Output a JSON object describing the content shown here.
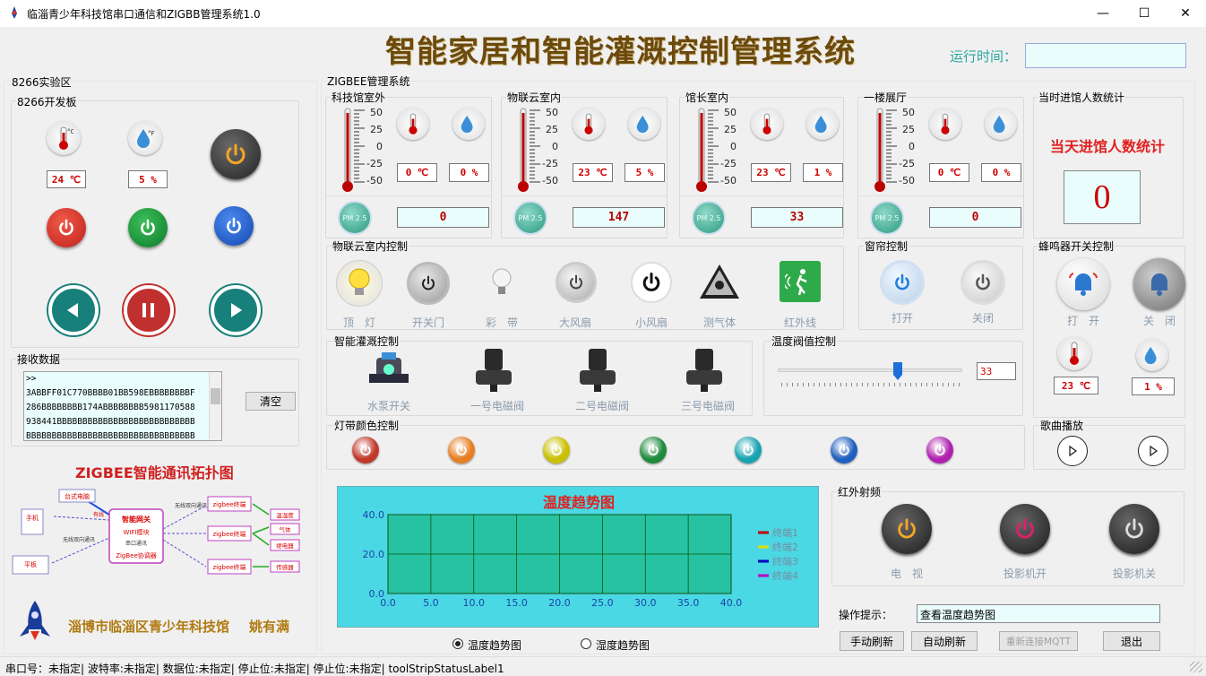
{
  "window": {
    "title": "临淄青少年科技馆串口通信和ZIGBB管理系统1.0",
    "min": "—",
    "max": "☐",
    "close": "✕"
  },
  "header": {
    "title": "智能家居和智能灌溉控制管理系统",
    "runtime_label": "运行时间：",
    "runtime_value": ""
  },
  "lab8266": {
    "section": "8266实验区",
    "board": "8266开发板",
    "temp": "24 ℃",
    "hum": "5 %"
  },
  "receive": {
    "label": "接收数据",
    "lines": [
      ">>",
      "3ABBFF01C770BBBB01BB598EBBBBBBBBF",
      "286BBBBBBBB174ABBBBBBBB5981170588",
      "938441BBBBBBBBBBBBBBBBBBBBBBBBBBB",
      "BBBBBBBBBBBBBBBBBBBBBBBBBBBBBBBBB"
    ],
    "clear": "清空"
  },
  "topology": {
    "title": "ZIGBEE智能通讯拓扑图",
    "n_pc": "台式电脑",
    "n_phone": "手机",
    "n_pad": "平板",
    "n_gateway": "智能网关",
    "n_wifi": "WIFI模块",
    "n_coord": "ZigBee协调器",
    "n_serial": "串口通讯",
    "n_wireless": "无线双向通讯",
    "n_wired": "有线",
    "n_term": "zigbee终端",
    "n_temp": "温湿度",
    "n_gas": "气体",
    "n_relay": "继电器",
    "n_sensor": "传感器"
  },
  "footer": {
    "org": "淄博市临淄区青少年科技馆",
    "author": "姚有满"
  },
  "zigbee": {
    "section": "ZIGBEE管理系统",
    "scale": [
      "50",
      "25",
      "0",
      "-25",
      "-50"
    ],
    "panels": [
      {
        "name": "科技馆室外",
        "temp": "0 ℃",
        "hum": "0 %",
        "pm": "0"
      },
      {
        "name": "物联云室内",
        "temp": "23 ℃",
        "hum": "5 %",
        "pm": "147"
      },
      {
        "name": "馆长室内",
        "temp": "23 ℃",
        "hum": "1 %",
        "pm": "33"
      },
      {
        "name": "一楼展厅",
        "temp": "0 ℃",
        "hum": "0 %",
        "pm": "0"
      }
    ],
    "pm_label": "PM 2.5"
  },
  "visitors": {
    "label": "当时进馆人数统计",
    "title": "当天进馆人数统计",
    "count": "0"
  },
  "room_ctrl": {
    "label": "物联云室内控制",
    "items": [
      "顶　灯",
      "开关门",
      "彩　带",
      "大风扇",
      "小风扇",
      "测气体",
      "红外线"
    ]
  },
  "curtain": {
    "label": "窗帘控制",
    "open": "打开",
    "close": "关闭"
  },
  "buzzer": {
    "label": "蜂鸣器开关控制",
    "on": "打　开",
    "off": "关　闭",
    "temp": "23 ℃",
    "hum": "1 %"
  },
  "irrigation": {
    "label": "智能灌溉控制",
    "items": [
      "水泵开关",
      "一号电磁阀",
      "二号电磁阀",
      "三号电磁阀"
    ]
  },
  "threshold": {
    "label": "温度阀值控制",
    "value": "33"
  },
  "ledstrip": {
    "label": "灯带颜色控制",
    "colors": [
      "#c0392b",
      "#e67e22",
      "#c9c000",
      "#1e8a3c",
      "#17a3b0",
      "#1f5fbf",
      "#b020b0"
    ]
  },
  "music": {
    "label": "歌曲播放"
  },
  "chart_data": {
    "type": "line",
    "title": "温度趋势图",
    "x_ticks": [
      "0.0",
      "5.0",
      "10.0",
      "15.0",
      "20.0",
      "25.0",
      "30.0",
      "35.0",
      "40.0"
    ],
    "y_ticks": [
      "0.0",
      "20.0",
      "40.0"
    ],
    "xlim": [
      0,
      40
    ],
    "ylim": [
      0,
      40
    ],
    "series": [
      {
        "name": "终端1",
        "color": "#c00000",
        "values": []
      },
      {
        "name": "终端2",
        "color": "#e0e000",
        "values": []
      },
      {
        "name": "终端3",
        "color": "#0000c0",
        "values": []
      },
      {
        "name": "终端4",
        "color": "#c000c0",
        "values": []
      }
    ]
  },
  "chart_mode": {
    "temp": "温度趋势图",
    "hum": "湿度趋势图"
  },
  "infrared": {
    "label": "红外射频",
    "tv": "电　视",
    "proj_on": "投影机开",
    "proj_off": "投影机关"
  },
  "hint": {
    "label": "操作提示：",
    "value": "查看温度趋势图"
  },
  "buttons": {
    "manual": "手动刷新",
    "auto": "自动刷新",
    "reconnect": "重新连接MQTT",
    "exit": "退出"
  },
  "statusbar": {
    "text": "串口号：未指定| 波特率:未指定| 数据位:未指定| 停止位:未指定| 停止位:未指定| toolStripStatusLabel1"
  }
}
